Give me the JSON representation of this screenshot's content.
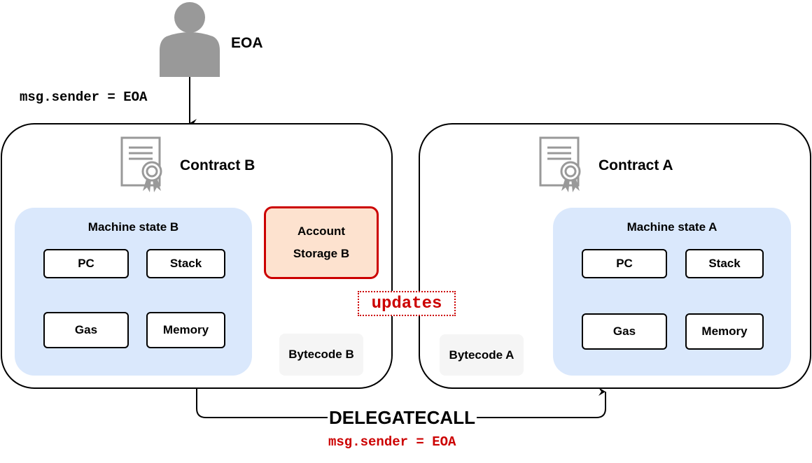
{
  "eoa": {
    "label": "EOA",
    "icon": "user-icon",
    "sender_label": "msg.sender = EOA"
  },
  "contract_b": {
    "title": "Contract B",
    "icon": "certificate-icon",
    "machine_state": {
      "title": "Machine state B",
      "items": [
        "PC",
        "Stack",
        "Gas",
        "Memory"
      ]
    },
    "storage_lines": [
      "Account",
      "Storage B"
    ],
    "bytecode": "Bytecode B"
  },
  "contract_a": {
    "title": "Contract A",
    "icon": "certificate-icon",
    "machine_state": {
      "title": "Machine state A",
      "items": [
        "PC",
        "Stack",
        "Gas",
        "Memory"
      ]
    },
    "bytecode": "Bytecode A"
  },
  "updates_label": "updates",
  "delegatecall": {
    "label": "DELEGATECALL",
    "sender_label": "msg.sender = EOA"
  },
  "colors": {
    "accent_red": "#cc0000",
    "machine_bg": "#dae8fc",
    "storage_bg": "#fde2cf",
    "icon_gray": "#999999",
    "bytecode_bg": "#f5f5f5"
  }
}
